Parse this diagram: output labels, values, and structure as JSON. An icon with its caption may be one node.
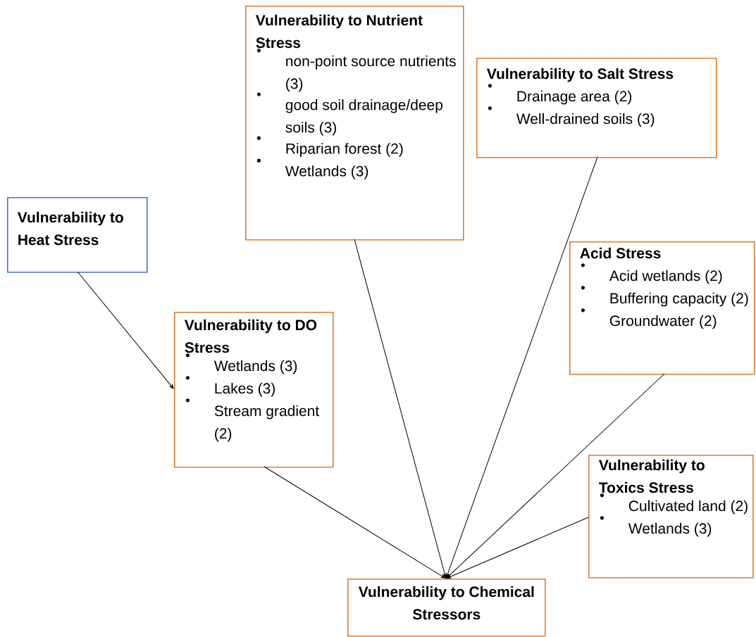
{
  "diagram": {
    "nodes": [
      {
        "text": [
          "Vulnerability to Nutrient Stress",
          "non-point source nutrients (3)",
          "good soil drainage/deep soils (3)",
          "Riparian forest (2)",
          "Wetlands (3)"
        ]
      },
      {
        "text": [
          "Vulnerability to Salt Stress",
          "Drainage area (2)",
          "Well-drained soils (3)"
        ]
      },
      {
        "text": [
          "Vulnerability to Heat Stress"
        ]
      },
      {
        "text": [
          "Acid Stress",
          "Acid wetlands (2)",
          "Buffering capacity (2)",
          "Groundwater (2)"
        ]
      },
      {
        "text": [
          "Vulnerability to DO Stress",
          "Wetlands (3)",
          "Lakes (3)",
          "Stream gradient (2)"
        ]
      },
      {
        "text": [
          "Vulnerability to Toxics Stress",
          "Cultivated land (2)",
          "Wetlands (3)"
        ]
      },
      {
        "text": [
          "Vulnerability to Chemical Stressors"
        ]
      }
    ],
    "edges": [
      {
        "from": 2,
        "to": 4,
        "arrow": "to"
      },
      {
        "from": 0,
        "to": 6,
        "arrow": "to"
      },
      {
        "from": 1,
        "to": 6,
        "arrow": "to"
      },
      {
        "from": 3,
        "to": 6,
        "arrow": "to"
      },
      {
        "from": 4,
        "to": 6,
        "arrow": "to"
      },
      {
        "from": 5,
        "to": 6,
        "arrow": "to"
      }
    ]
  }
}
